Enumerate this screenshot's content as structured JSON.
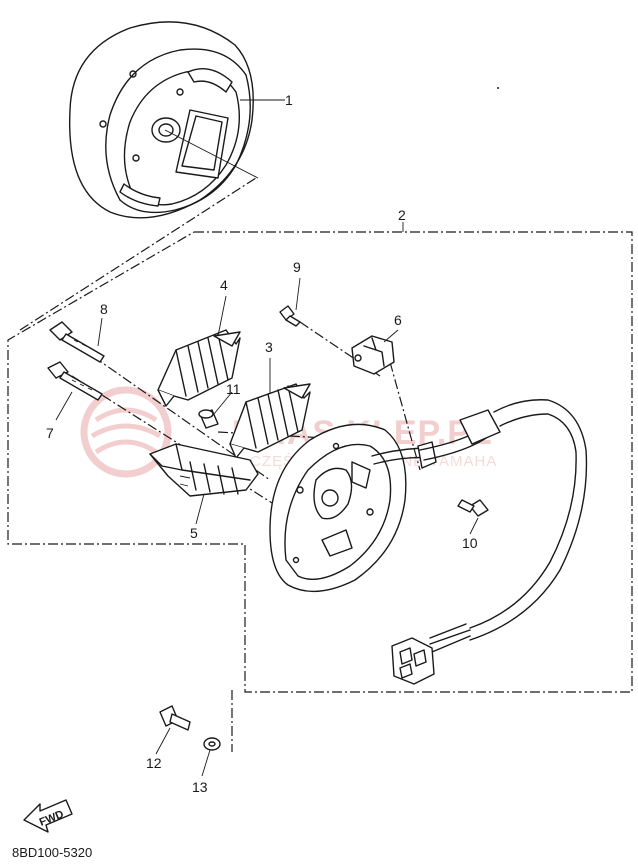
{
  "diagram": {
    "callouts": [
      "1",
      "2",
      "3",
      "4",
      "5",
      "6",
      "7",
      "8",
      "9",
      "10",
      "11",
      "12",
      "13"
    ],
    "direction_label": "FWD",
    "drawing_code": "8BD100-5320"
  },
  "watermark": {
    "text": "KMAS KLEP.PL",
    "subtext": "CZĘŚCI ORYGINALNE YAMAHA"
  }
}
